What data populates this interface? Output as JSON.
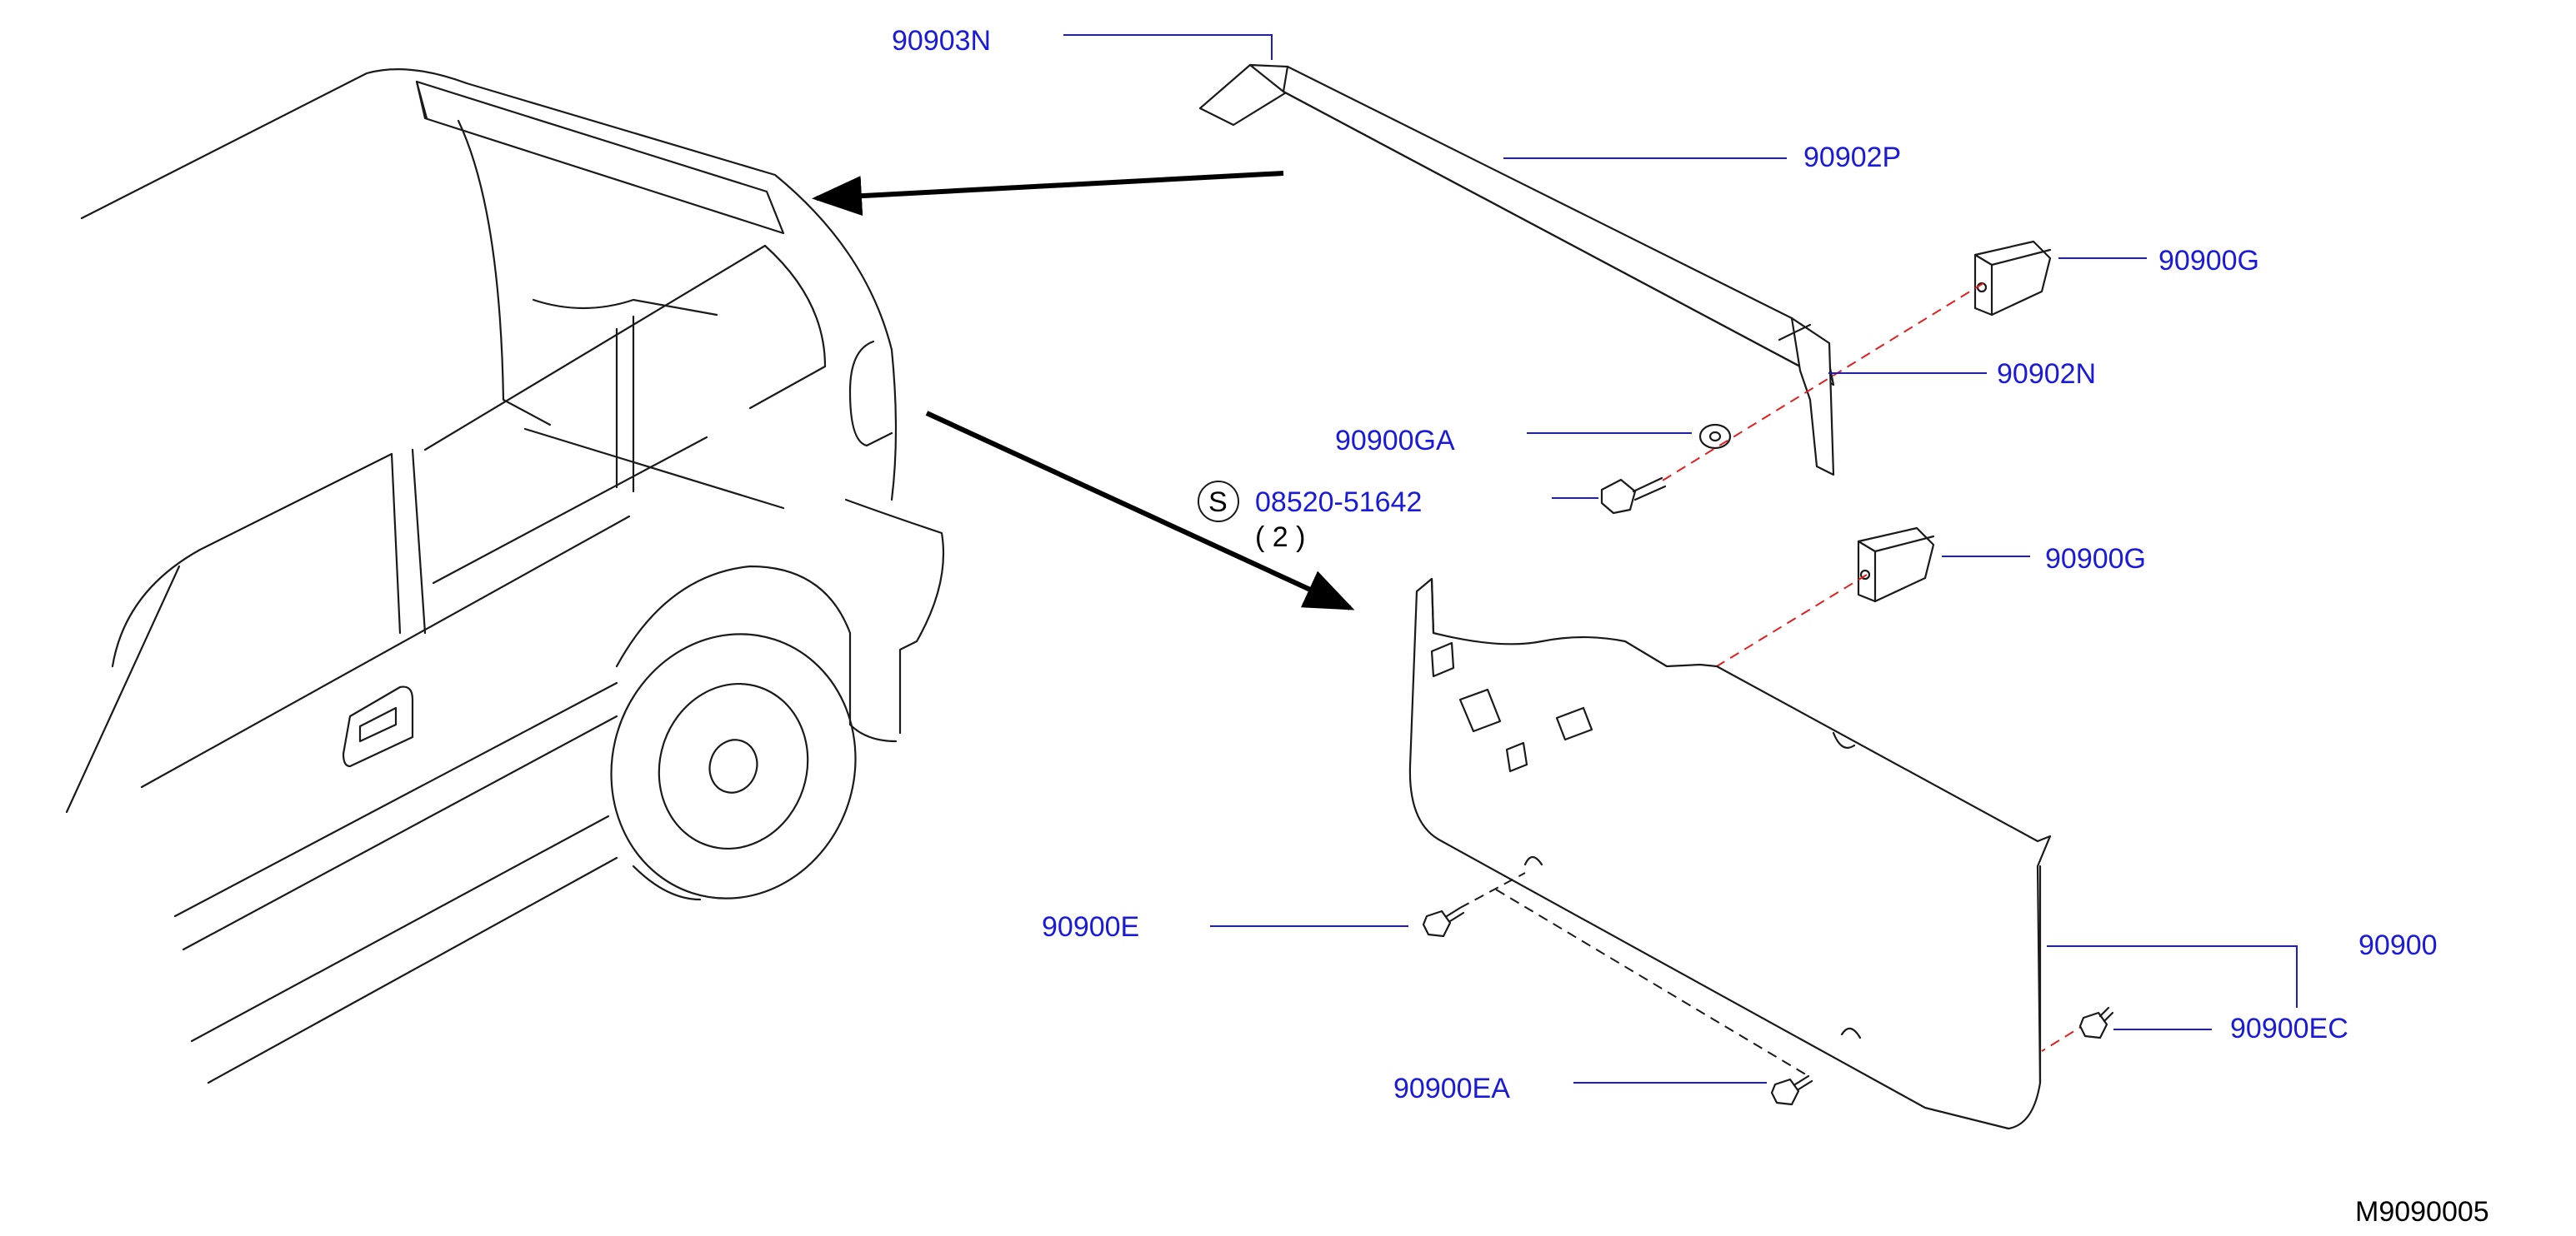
{
  "labels": {
    "p90903N": "90903N",
    "p90902P": "90902P",
    "p90900G_top": "90900G",
    "p90902N": "90902N",
    "p90900GA": "90900GA",
    "screw_symbol": "S",
    "screw_part": "08520-51642",
    "screw_qty": "( 2 )",
    "p90900G_mid": "90900G",
    "p90900": "90900",
    "p90900E": "90900E",
    "p90900EC": "90900EC",
    "p90900EA": "90900EA",
    "diagram_id": "M9090005"
  },
  "colors": {
    "label": "#1a1adc",
    "leader": "#1a1adc",
    "guide_red": "#e02020",
    "line": "#1a1a1a"
  }
}
